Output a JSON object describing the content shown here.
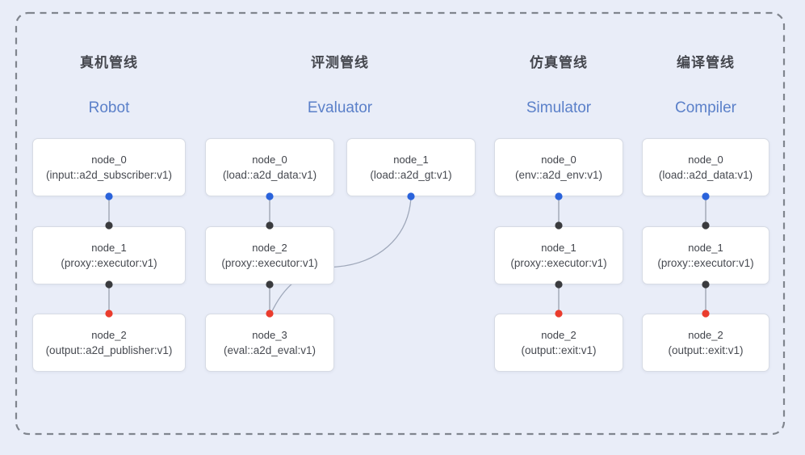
{
  "diagram_title": "pipeline-diagram",
  "colors": {
    "background": "#e9edf8",
    "dashed_border": "#80858e",
    "box_background": "#ffffff",
    "box_border": "#d7dbe4",
    "header_zh": "#45474e",
    "header_en": "#5b80c9",
    "node_text": "#45484f",
    "connector": "#99a0ae",
    "port_input_blue": "#2a63db",
    "port_mid_dark": "#3a3b3e",
    "port_output_red": "#ea3c2d"
  },
  "pipelines": [
    {
      "id": "robot",
      "title_zh": "真机管线",
      "title_en": "Robot",
      "nodes": [
        {
          "name": "node_0",
          "type": "(input::a2d_subscriber:v1)"
        },
        {
          "name": "node_1",
          "type": "(proxy::executor:v1)"
        },
        {
          "name": "node_2",
          "type": "(output::a2d_publisher:v1)"
        }
      ]
    },
    {
      "id": "evaluator",
      "title_zh": "评测管线",
      "title_en": "Evaluator",
      "nodes": [
        {
          "name": "node_0",
          "type": "(load::a2d_data:v1)"
        },
        {
          "name": "node_1",
          "type": "(load::a2d_gt:v1)"
        },
        {
          "name": "node_2",
          "type": "(proxy::executor:v1)"
        },
        {
          "name": "node_3",
          "type": "(eval::a2d_eval:v1)"
        }
      ]
    },
    {
      "id": "simulator",
      "title_zh": "仿真管线",
      "title_en": "Simulator",
      "nodes": [
        {
          "name": "node_0",
          "type": "(env::a2d_env:v1)"
        },
        {
          "name": "node_1",
          "type": "(proxy::executor:v1)"
        },
        {
          "name": "node_2",
          "type": "(output::exit:v1)"
        }
      ]
    },
    {
      "id": "compiler",
      "title_zh": "编译管线",
      "title_en": "Compiler",
      "nodes": [
        {
          "name": "node_0",
          "type": "(load::a2d_data:v1)"
        },
        {
          "name": "node_1",
          "type": "(proxy::executor:v1)"
        },
        {
          "name": "node_2",
          "type": "(output::exit:v1)"
        }
      ]
    }
  ],
  "edges": [
    "robot.node_0 -> robot.node_1",
    "robot.node_1 -> robot.node_2",
    "evaluator.node_0 -> evaluator.node_2",
    "evaluator.node_1 -> evaluator.node_3",
    "evaluator.node_2 -> evaluator.node_3",
    "simulator.node_0 -> simulator.node_1",
    "simulator.node_1 -> simulator.node_2",
    "compiler.node_0 -> compiler.node_1",
    "compiler.node_1 -> compiler.node_2"
  ]
}
